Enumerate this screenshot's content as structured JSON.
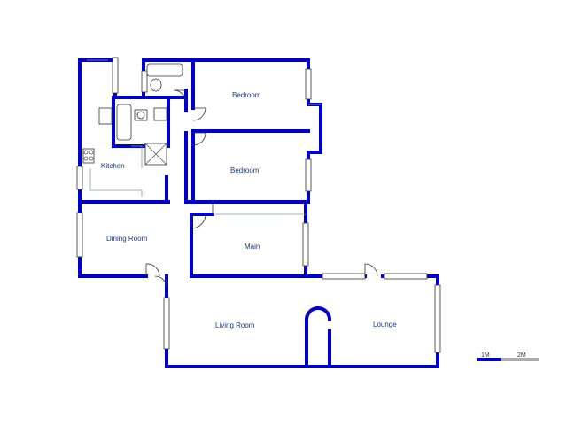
{
  "rooms": {
    "bedroom1": "Bedroom",
    "bedroom2": "Bedroom",
    "kitchen": "Kitchen",
    "dining_room": "Dining Room",
    "main": "Main",
    "living_room": "Living Room",
    "lounge": "Lounge"
  },
  "scale": {
    "label_1": "1M",
    "label_2": "2M"
  },
  "colors": {
    "wall": "#0000cc",
    "label": "#1a3a7a",
    "scale_dark": "#0000cc",
    "scale_light": "#aaaaaa"
  }
}
